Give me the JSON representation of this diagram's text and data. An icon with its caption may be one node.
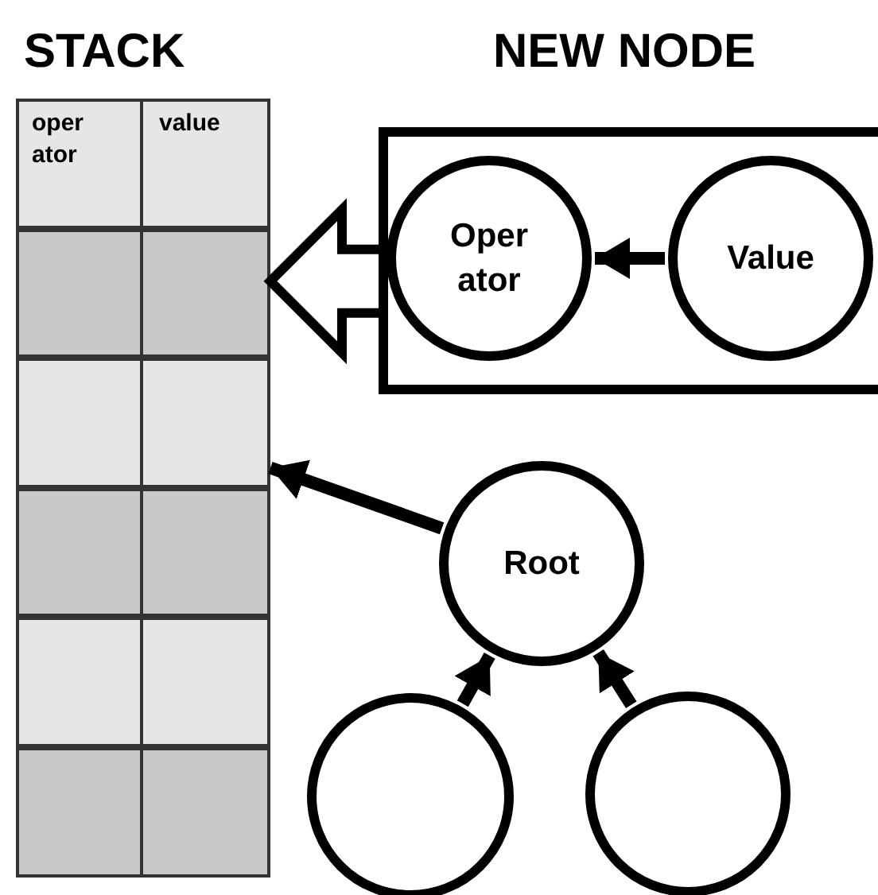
{
  "diagram": {
    "nodes": [
      {
        "text": [
          "STACK"
        ]
      },
      {
        "text": [
          "oper ator",
          "value"
        ],
        "in": 0
      },
      {
        "text": [],
        "shape": "box",
        "in": 0
      },
      {
        "text": [],
        "shape": "box",
        "in": 0
      },
      {
        "text": [],
        "shape": "box",
        "in": 0
      },
      {
        "text": [],
        "shape": "box",
        "in": 0
      },
      {
        "text": [],
        "shape": "box",
        "in": 0
      },
      {
        "text": [
          "NEW NODE"
        ]
      },
      {
        "text": [
          "Oper ator"
        ],
        "in": 7
      },
      {
        "text": [
          "Value"
        ],
        "in": 7
      },
      {
        "text": [
          "Root"
        ]
      },
      {
        "text": [],
        "shape": "circle"
      },
      {
        "text": [],
        "shape": "circle"
      }
    ],
    "edges": [
      {
        "from": 7,
        "to": 2,
        "arrow": "to",
        "style": "thick"
      },
      {
        "from": 9,
        "to": 8,
        "arrow": "to"
      },
      {
        "from": 10,
        "to": 3,
        "arrow": "to"
      },
      {
        "from": 11,
        "to": 10,
        "arrow": "to"
      },
      {
        "from": 12,
        "to": 10,
        "arrow": "to"
      }
    ]
  }
}
